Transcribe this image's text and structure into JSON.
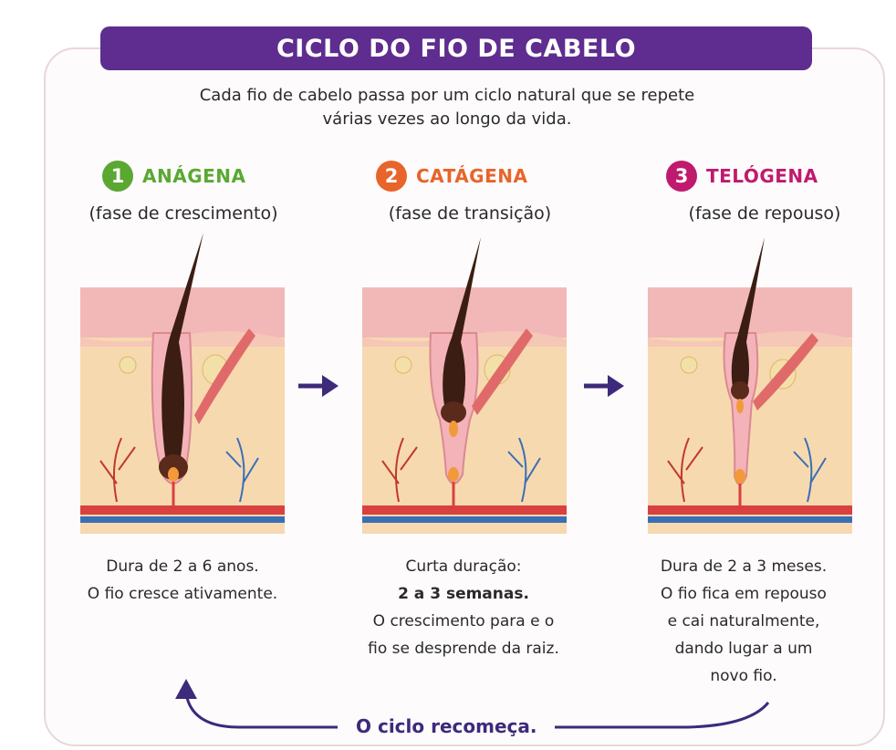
{
  "title": "CICLO DO FIO DE CABELO",
  "subtitle_lines": [
    "Cada fio de cabelo passa por um ciclo natural que se repete",
    "várias vezes ao longo da vida."
  ],
  "phases": [
    {
      "number": "1",
      "name": "ANÁGENA",
      "subtitle": "(fase de crescimento)",
      "color": "#5aa832",
      "desc": [
        "Dura de 2 a 6 anos.",
        "O fio cresce ativamente."
      ]
    },
    {
      "number": "2",
      "name": "CATÁGENA",
      "subtitle": "(fase de transição)",
      "color": "#e8642a",
      "desc": [
        "Curta duração:",
        "2 a 3 semanas.",
        "O crescimento para e o",
        "fio se desprende da raiz."
      ]
    },
    {
      "number": "3",
      "name": "TELÓGENA",
      "subtitle": "(fase de repouso)",
      "color": "#c01a6e",
      "desc": [
        "Dura de 2 a 3 meses.",
        "O fio fica em repouso",
        "e cai naturalmente,",
        "dando lugar a um",
        "novo fio."
      ]
    }
  ],
  "cycle_label": "O ciclo recomeça.",
  "colors": {
    "banner": "#5e2d8f",
    "arrow": "#3d2a7a",
    "skin": "#f7d9b0",
    "epidermis": "#f2b8b8",
    "hair": "#3b1d14"
  },
  "icons": [
    "right-arrow-icon",
    "curved-return-arrow-icon"
  ]
}
